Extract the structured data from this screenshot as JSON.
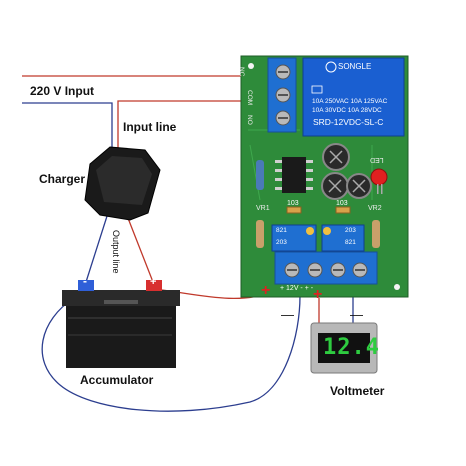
{
  "labels": {
    "input_220": "220 V Input",
    "input_line": "Input line",
    "charger": "Charger",
    "output_line": "Output line",
    "accumulator": "Accumulator",
    "voltmeter": "Voltmeter"
  },
  "relay": {
    "brand": "SONGLE",
    "line1": "10A 250VAC  10A 125VAC",
    "line2": "10A  30VDC  10A  28VDC",
    "model": "SRD-12VDC-SL-C"
  },
  "board": {
    "terminal_labels": [
      "NC",
      "COM",
      "NO"
    ],
    "led_label": "LED",
    "vr1": "VR1",
    "vr2": "VR2",
    "cap1": "103",
    "cap2": "103",
    "pot1_top": "821",
    "pot1_bottom": "203",
    "pot2_top": "203",
    "pot2_bottom": "821",
    "bottom_label": "+  12V  -  +  -"
  },
  "signs": {
    "plus": "+",
    "minus": "-",
    "dash": "—"
  },
  "voltmeter_display": "12.4",
  "colors": {
    "red_wire": "#c0392b",
    "blue_wire": "#2c3e8f",
    "pcb": "#2e8b3a",
    "terminal": "#1f6fd1",
    "relay": "#1a5fd1",
    "display": "#2ecc40"
  }
}
